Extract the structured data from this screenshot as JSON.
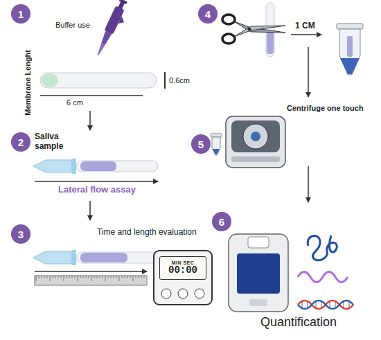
{
  "diagram": {
    "nodes": [
      {
        "text": [
          "1"
        ]
      },
      {
        "text": [
          "2"
        ]
      },
      {
        "text": [
          "3"
        ]
      },
      {
        "text": [
          "MIN SEC",
          "00:00"
        ]
      },
      {
        "text": [
          "4"
        ]
      },
      {
        "text": [
          "5"
        ]
      },
      {
        "text": [
          "6"
        ]
      }
    ],
    "labels": [
      "Buffer use",
      "Membrane Lenght",
      "0.6cm",
      "6 cm",
      "Saliva sample",
      "Lateral flow assay",
      "Time and length evaluation",
      "1 CM",
      "Centrifuge one touch",
      "Quantification"
    ]
  }
}
